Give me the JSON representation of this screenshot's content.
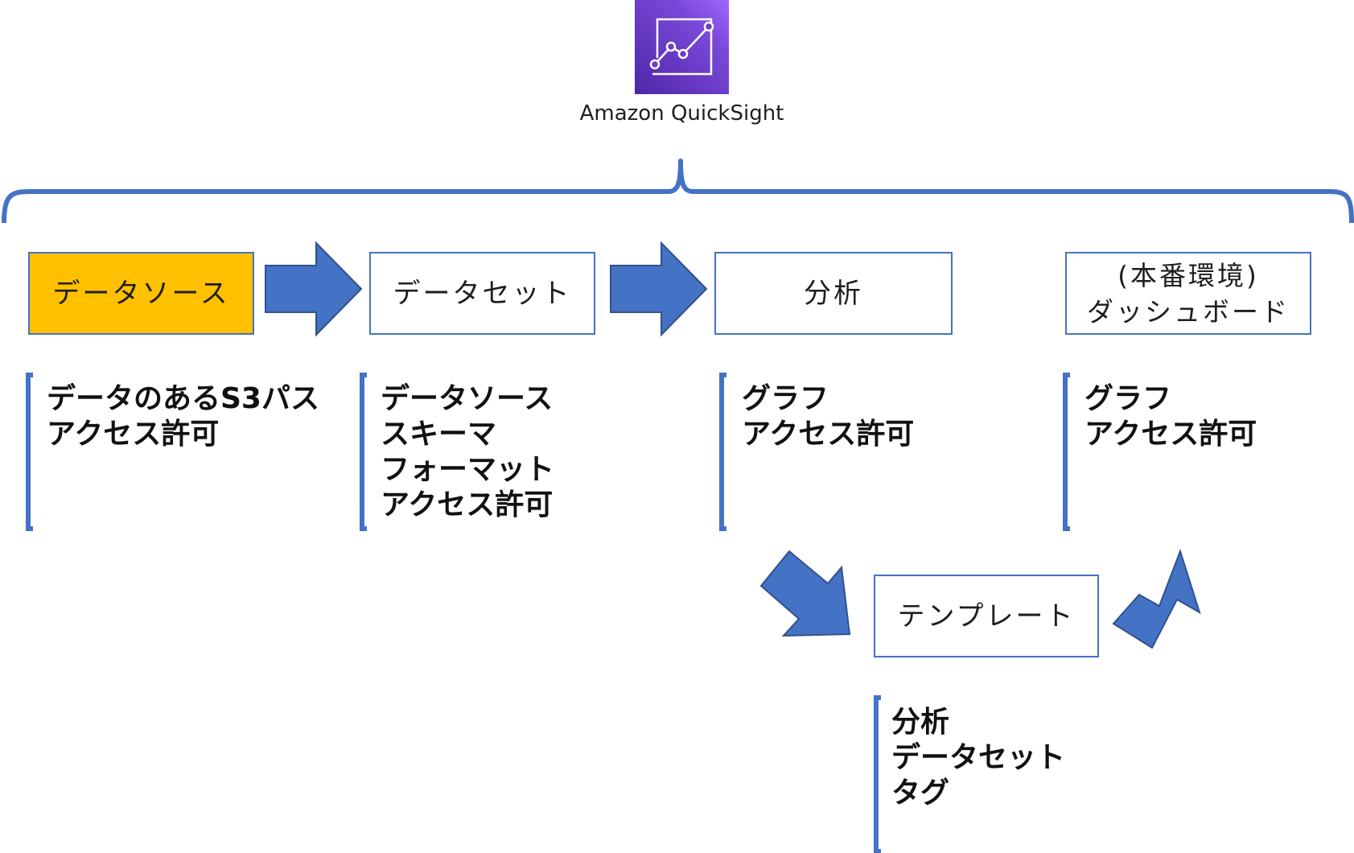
{
  "logo": {
    "icon": "quicksight-chart-icon",
    "caption": "Amazon QuickSight",
    "colors": {
      "gradient_start": "#4d27a8",
      "gradient_end": "#a166ff",
      "line": "#ffffff"
    }
  },
  "colors": {
    "accent": "#4472c4",
    "highlight": "#ffc000",
    "text": "#1e1e1e"
  },
  "stages": [
    {
      "id": "datasource",
      "label": "データソース",
      "highlighted": true
    },
    {
      "id": "dataset",
      "label": "データセット",
      "highlighted": false
    },
    {
      "id": "analysis",
      "label": "分析",
      "highlighted": false
    },
    {
      "id": "dashboard",
      "label_line1": "(本番環境)",
      "label_line2": "ダッシュボード",
      "highlighted": false
    },
    {
      "id": "template",
      "label": "テンプレート",
      "highlighted": false
    }
  ],
  "notes": {
    "datasource": [
      "データのあるS3パス",
      "アクセス許可"
    ],
    "dataset": [
      "データソース",
      "スキーマ",
      "フォーマット",
      "アクセス許可"
    ],
    "analysis": [
      "グラフ",
      "アクセス許可"
    ],
    "dashboard": [
      "グラフ",
      "アクセス許可"
    ],
    "template": [
      "分析",
      "データセット",
      "タグ"
    ]
  }
}
